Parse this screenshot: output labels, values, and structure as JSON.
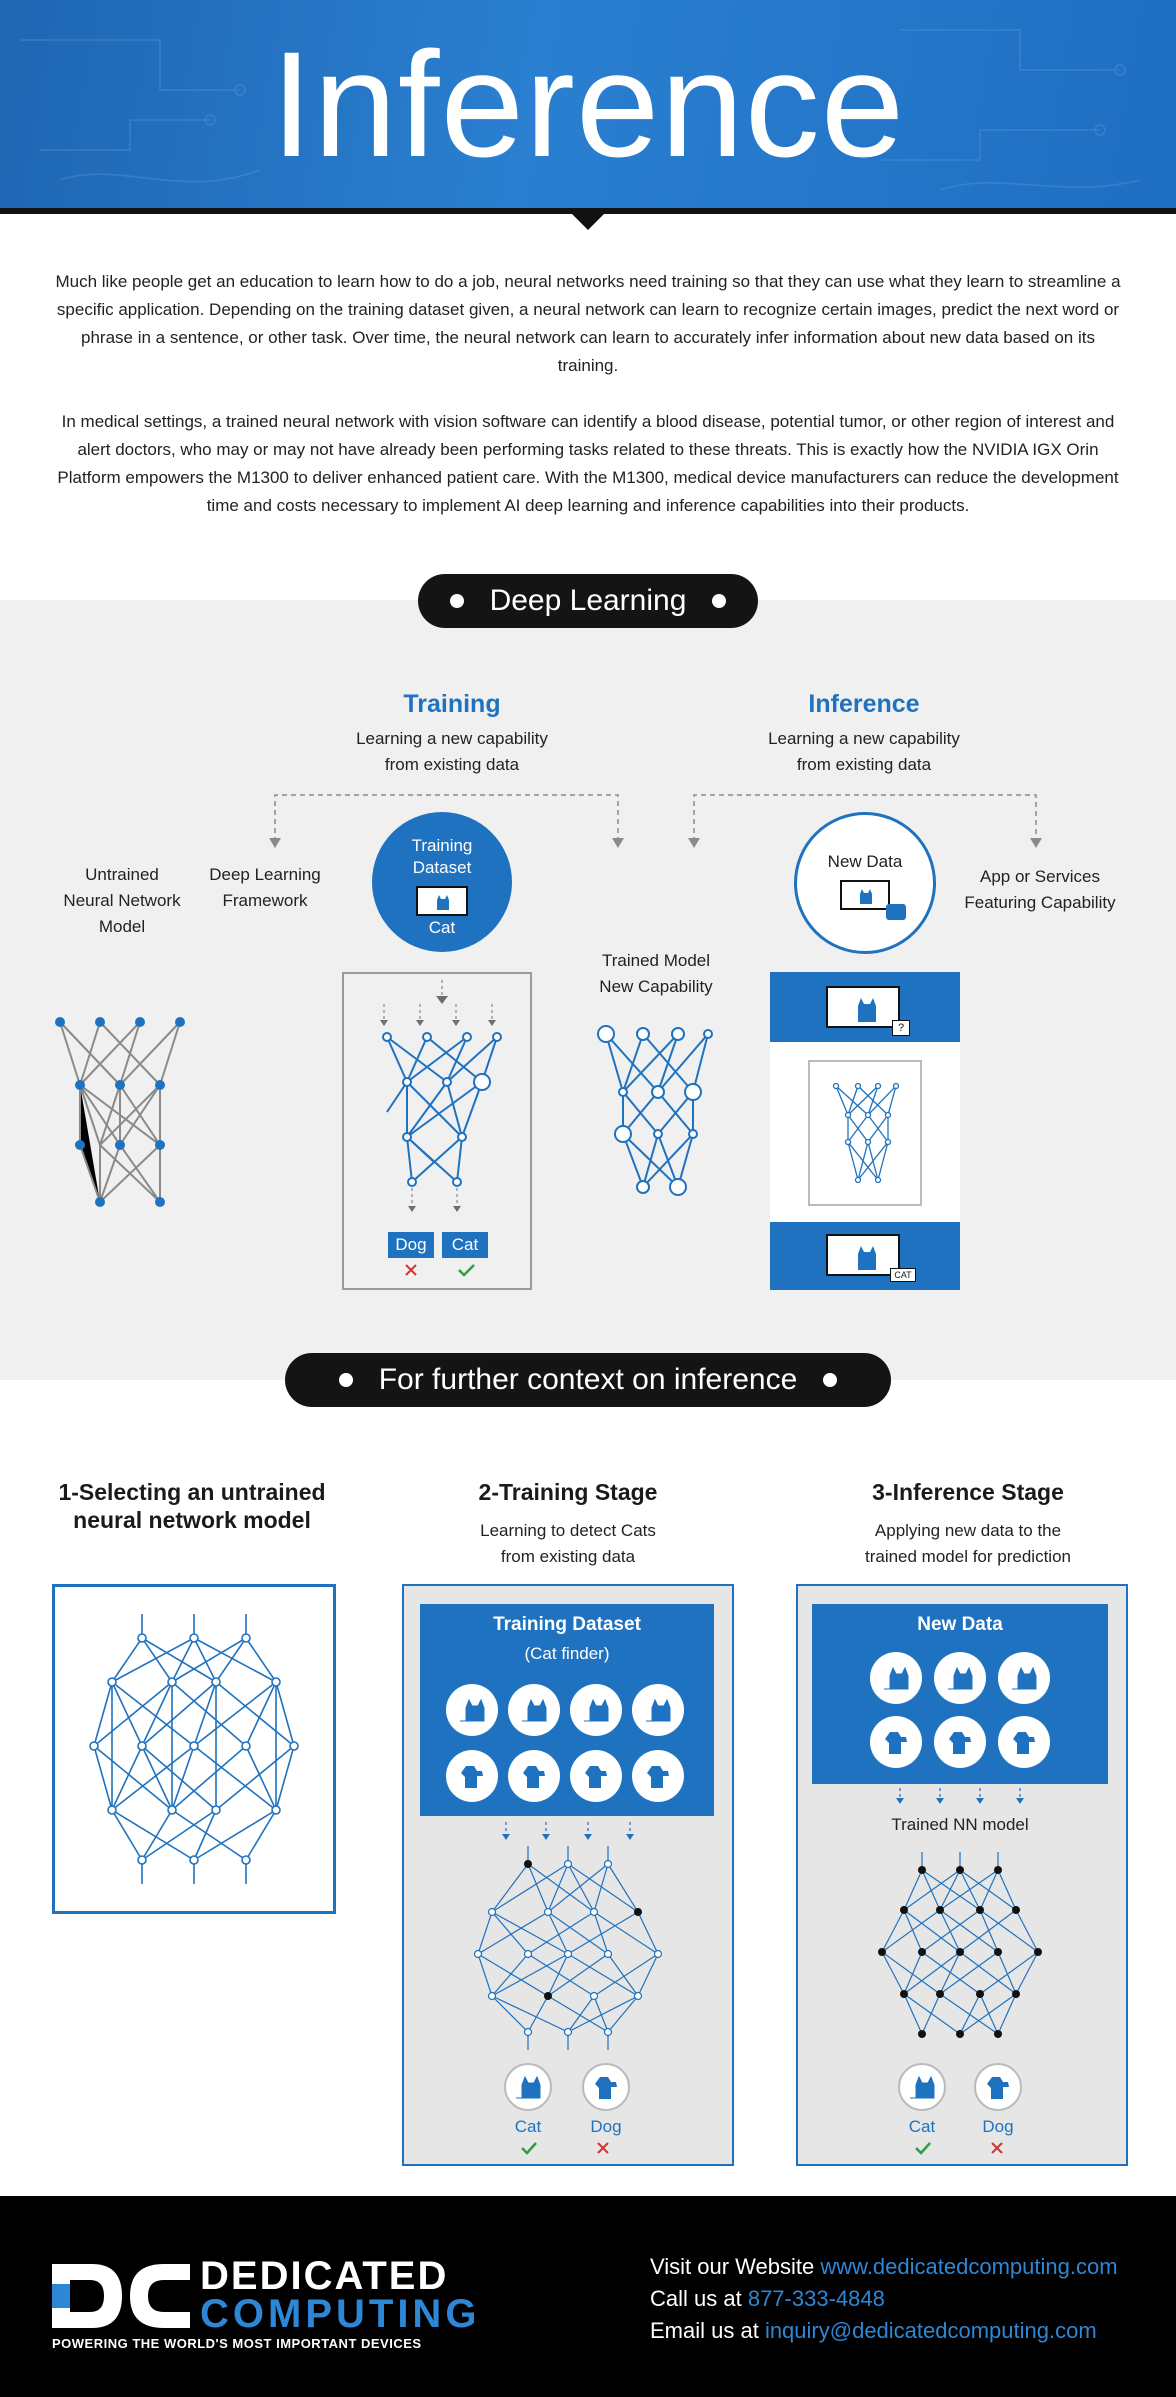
{
  "header": {
    "title": "Inference"
  },
  "intro": {
    "paragraph1": "Much like people get an education to learn how to do a job, neural networks need training so that they can use what they learn to streamline a specific application. Depending on the training dataset given, a neural network can learn to recognize certain images, predict the next word or phrase in a sentence, or other task. Over time, the neural network can learn to accurately infer information about new data based on its training.",
    "paragraph2": "In medical settings, a trained neural network with vision software can identify a blood disease, potential tumor, or other region of interest and alert doctors, who may or may not have already been performing tasks related to these threats. This is exactly how the NVIDIA IGX Orin Platform empowers the M1300 to deliver enhanced patient care. With the M1300, medical device manufacturers can reduce the development time and costs necessary to implement AI deep learning and inference capabilities into their products."
  },
  "deep_learning": {
    "pill": "Deep Learning",
    "training": {
      "title": "Training",
      "subtitle_line1": "Learning a new capability",
      "subtitle_line2": "from existing data"
    },
    "inference": {
      "title": "Inference",
      "subtitle_line1": "Learning a new capability",
      "subtitle_line2": "from existing data"
    },
    "untrained_line1": "Untrained",
    "untrained_line2": "Neural Network",
    "untrained_line3": "Model",
    "framework_line1": "Deep Learning",
    "framework_line2": "Framework",
    "training_dataset_line1": "Training",
    "training_dataset_line2": "Dataset",
    "training_dataset_cat": "Cat",
    "trained_model_line1": "Trained Model",
    "trained_model_line2": "New Capability",
    "new_data": "New Data",
    "app_line1": "App or Services",
    "app_line2": "Featuring Capability",
    "dog": "Dog",
    "cat": "Cat",
    "question": "?",
    "cat_tag": "CAT"
  },
  "context": {
    "pill": "For further context on inference",
    "step1": {
      "title_line1": "1-Selecting an untrained",
      "title_line2": "neural network model"
    },
    "step2": {
      "title": "2-Training Stage",
      "sub_line1": "Learning to detect Cats",
      "sub_line2": "from existing data",
      "panel_title": "Training Dataset",
      "panel_sub": "(Cat finder)",
      "cat": "Cat",
      "dog": "Dog"
    },
    "step3": {
      "title": "3-Inference Stage",
      "sub_line1": "Applying new data to the",
      "sub_line2": "trained model for prediction",
      "panel_title": "New Data",
      "model_label": "Trained NN model",
      "cat": "Cat",
      "dog": "Dog"
    }
  },
  "footer": {
    "logo_line1": "DEDICATED",
    "logo_line2": "COMPUTING",
    "tagline": "POWERING THE WORLD'S MOST IMPORTANT DEVICES",
    "website_label": "Visit our Website ",
    "website": "www.dedicatedcomputing.com",
    "phone_label": "Call us at ",
    "phone": "877-333-4848",
    "email_label": "Email us at ",
    "email": "inquiry@dedicatedcomputing.com"
  },
  "colors": {
    "brand_blue": "#1f72bf",
    "dark": "#141414",
    "gray_band": "#f0f0f0",
    "check_green": "#2e9e3e",
    "cross_red": "#d23434"
  }
}
